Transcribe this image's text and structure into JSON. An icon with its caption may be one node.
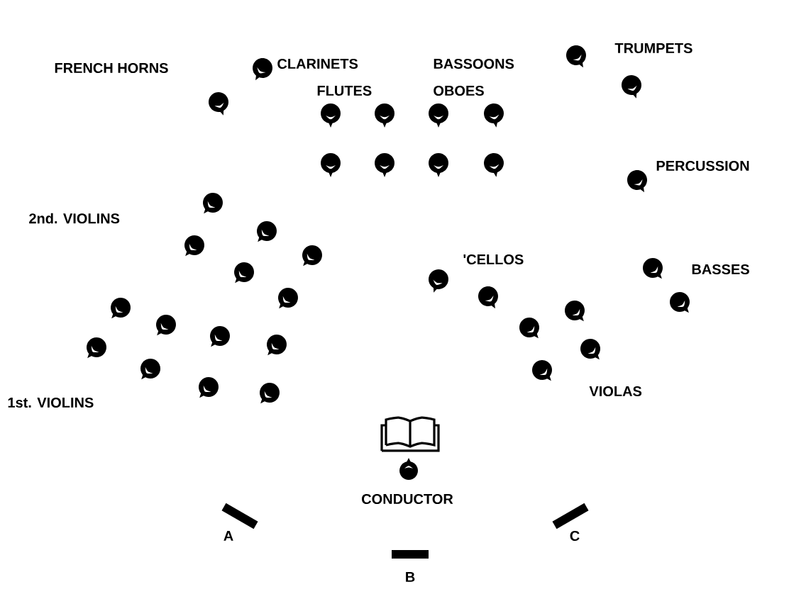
{
  "diagram": {
    "labels": [
      "CLARINETS",
      "BASSOONS",
      "FRENCH HORNS",
      "TRUMPETS",
      "FLUTES",
      "OBOES",
      "PERCUSSION",
      "2nd. VIOLINS",
      "'CELLOS",
      "BASSES",
      "VIOLAS",
      "1st. VIOLINS",
      "CONDUCTOR",
      "A",
      "C",
      "B"
    ]
  }
}
